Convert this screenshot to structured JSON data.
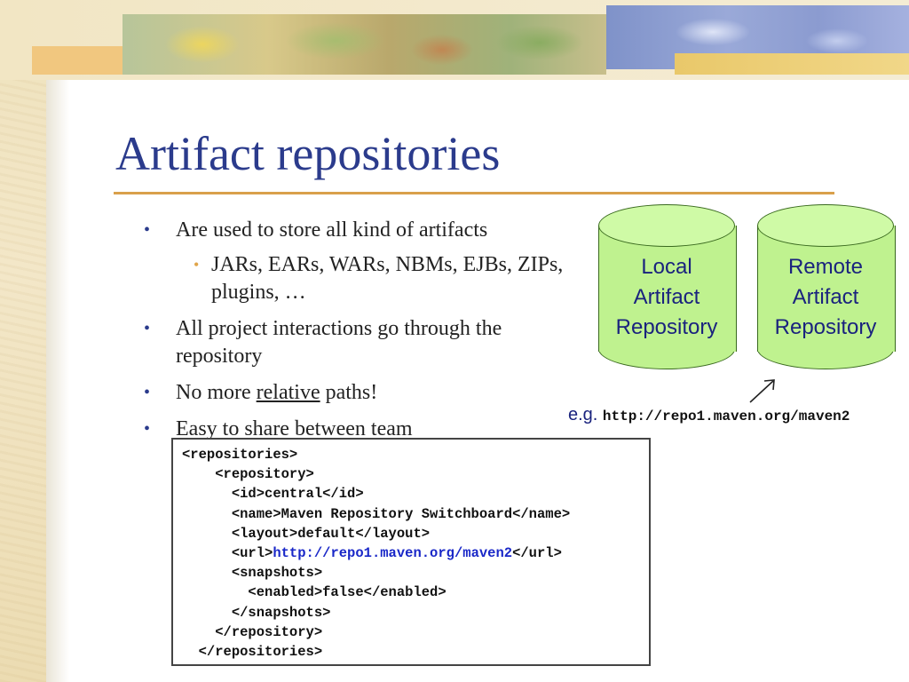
{
  "slide": {
    "title": "Artifact repositories",
    "bullets": [
      {
        "text": "Are used to store all kind of artifacts"
      },
      {
        "sub": "JARs, EARs, WARs, NBMs, EJBs, ZIPs, plugins, …"
      },
      {
        "text": "All project interactions go through the repository"
      },
      {
        "prefix": "No more ",
        "underlined": "relative",
        "suffix": " paths!"
      },
      {
        "text": "Easy to share between team"
      }
    ],
    "bullet_glyph": "•",
    "sub_bullet_glyph": "•"
  },
  "diagram": {
    "local": [
      "Local",
      "Artifact",
      "Repository"
    ],
    "remote": [
      "Remote",
      "Artifact",
      "Repository"
    ],
    "example_prefix": "e.g.",
    "example_url": "http://repo1.maven.org/maven2"
  },
  "code": {
    "lines": [
      {
        "indent": "",
        "text": "<repositories>"
      },
      {
        "indent": "    ",
        "text": "<repository>"
      },
      {
        "indent": "      ",
        "text": "<id>central</id>"
      },
      {
        "indent": "      ",
        "text": "<name>Maven Repository Switchboard</name>"
      },
      {
        "indent": "      ",
        "text": "<layout>default</layout>"
      },
      {
        "indent": "      ",
        "pre": "<url>",
        "link": "http://repo1.maven.org/maven2",
        "post": "</url>"
      },
      {
        "indent": "      ",
        "text": "<snapshots>"
      },
      {
        "indent": "        ",
        "text": "<enabled>false</enabled>"
      },
      {
        "indent": "      ",
        "text": "</snapshots>"
      },
      {
        "indent": "    ",
        "text": "</repository>"
      },
      {
        "indent": "  ",
        "text": "</repositories>"
      }
    ]
  },
  "colors": {
    "title": "#2b3b8c",
    "rule": "#d9a04b",
    "cylinder_fill": "#bff28f",
    "cylinder_stroke": "#3a6a1f",
    "link": "#1a28c8"
  }
}
